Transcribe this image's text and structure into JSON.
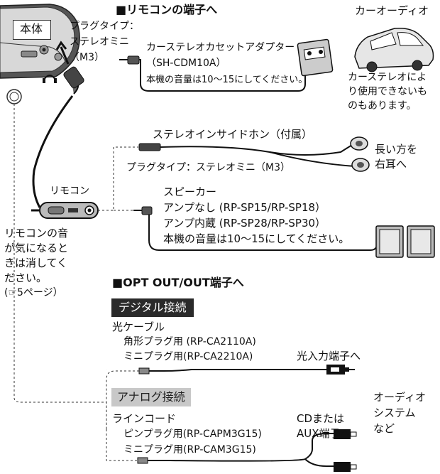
{
  "body_label": "本体",
  "plug_type_top": {
    "line1": "プラグタイプ：",
    "line2": "ステレオミニ",
    "line3": "（M3）"
  },
  "section_remote": "■リモコンの端子へ",
  "car_audio": "カーオーディオ",
  "cassette_adapter": {
    "name": "カーステレオカセットアダプター",
    "model": "（SH-CDM10A）",
    "note": "本機の音量は10～15にしてください。"
  },
  "car_note": {
    "line1": "カーステレオによ",
    "line2": "り使用できないも",
    "line3": "のもあります。"
  },
  "inside_phone": "ステレオインサイドホン（付属）",
  "long_side": {
    "line1": "長い方を",
    "line2": "右耳へ"
  },
  "plug_type_mid": "プラグタイプ：ステレオミニ（M3）",
  "remote_label": "リモコン",
  "remote_note": {
    "line1": "リモコンの音",
    "line2": "が気になると",
    "line3": "きは消してく",
    "line4": "ださい。",
    "line5": "(☞5ページ）"
  },
  "speaker": {
    "title": "スピーカー",
    "no_amp": "アンプなし (RP-SP15/RP-SP18）",
    "with_amp": "アンプ内蔵 (RP-SP28/RP-SP30）",
    "note": "本機の音量は10～15にしてください。"
  },
  "section_opt": "■OPT OUT/OUT端子へ",
  "digital_header": "デジタル接続",
  "optical_cable": {
    "title": "光ケーブル",
    "square": "角形プラグ用 (RP-CA2110A)",
    "mini": "ミニプラグ用(RP-CA2210A)"
  },
  "optical_input": "光入力端子へ",
  "analog_header": "アナログ接続",
  "line_cord": {
    "title": "ラインコード",
    "pin": "ピンプラグ用(RP-CAPM3G15)",
    "mini": "ミニプラグ用(RP-CAM3G15)"
  },
  "cd_aux": {
    "line1": "CDまたは",
    "line2": "AUX端子へ"
  },
  "audio_system": {
    "line1": "オーディオ",
    "line2": "システム",
    "line3": "など"
  },
  "colors": {
    "text": "#111111",
    "dark_header": "#2a2a2a",
    "gray_header": "#c8c8c8"
  }
}
